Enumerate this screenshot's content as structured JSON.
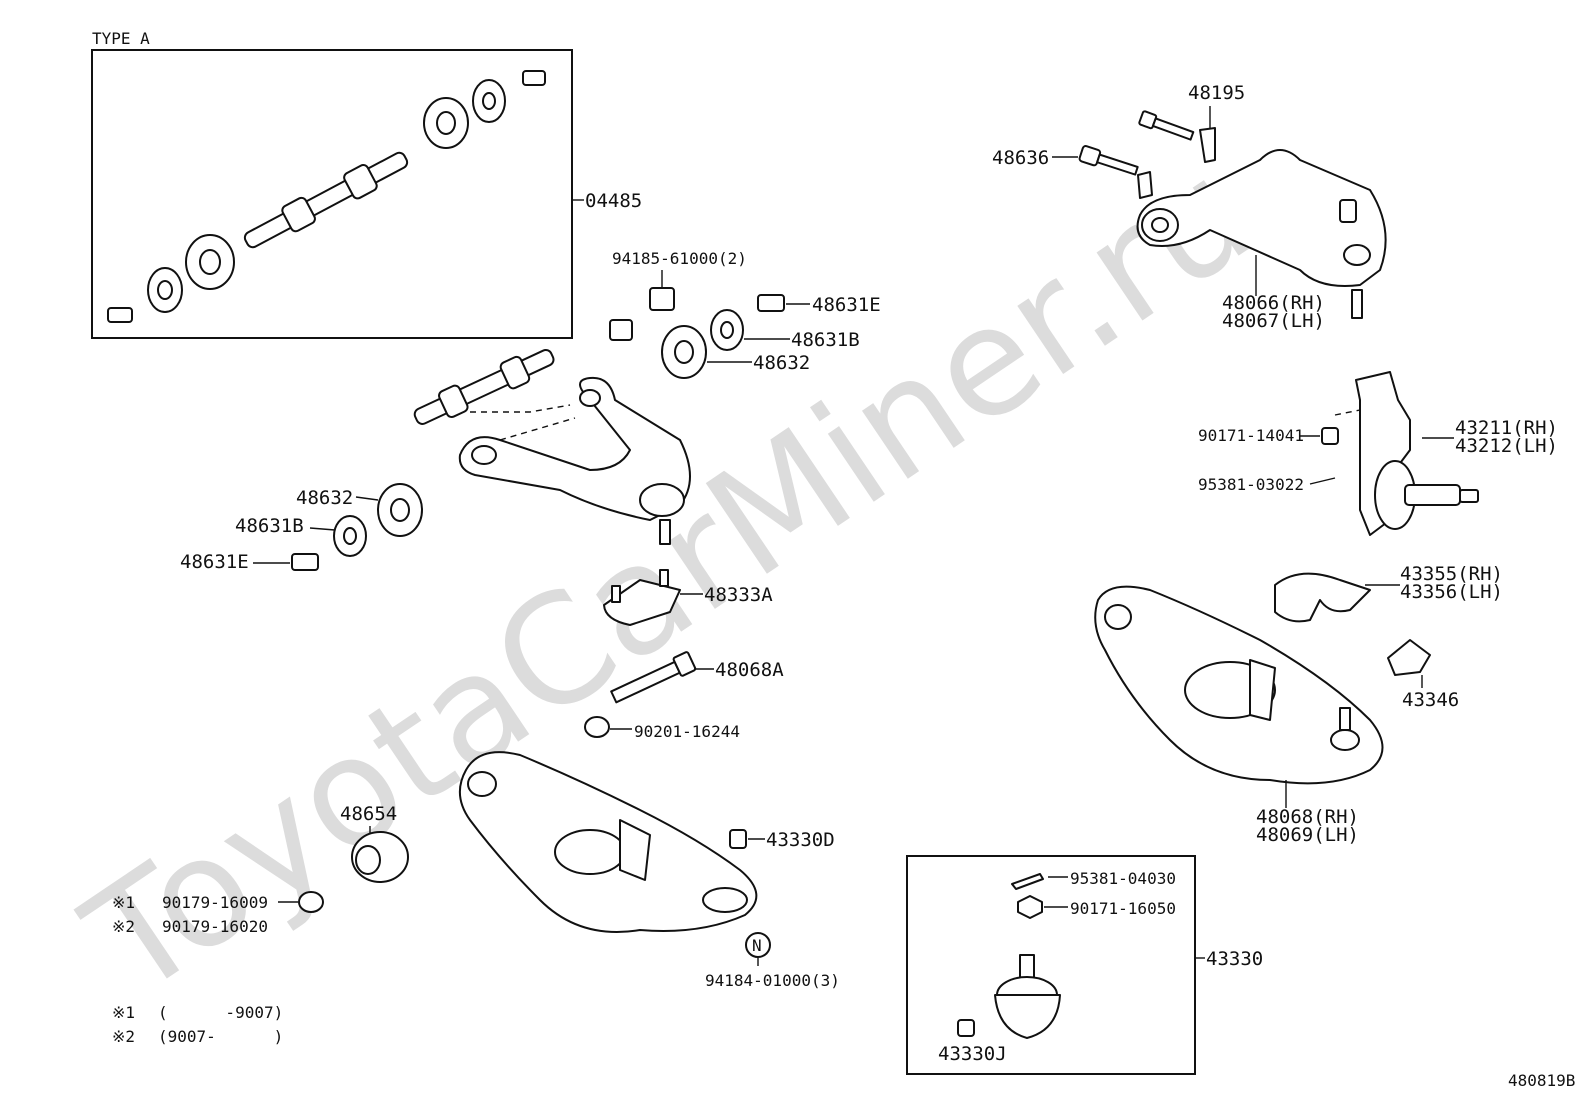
{
  "watermark": "ToyotaCarMiner.ru",
  "figure_code": "480819B",
  "type_a": {
    "label": "TYPE A",
    "kit_number": "04485"
  },
  "labels": {
    "p94185": "94185-61000(2)",
    "p48631E_top": "48631E",
    "p48631B_top": "48631B",
    "p48632_top": "48632",
    "p48632_left": "48632",
    "p48631B_left": "48631B",
    "p48631E_left": "48631E",
    "p48333A": "48333A",
    "p48068A": "48068A",
    "p90201": "90201-16244",
    "p48654": "48654",
    "p43330D": "43330D",
    "p94184": "94184-01000(3)",
    "p48195": "48195",
    "p48636": "48636",
    "p48066": "48066(RH)",
    "p48067": "48067(LH)",
    "p90171_14041": "90171-14041",
    "p43211": "43211(RH)",
    "p43212": "43212(LH)",
    "p95381_03022": "95381-03022",
    "p43355": "43355(RH)",
    "p43356": "43356(LH)",
    "p43346": "43346",
    "p48068": "48068(RH)",
    "p48069": "48069(LH)",
    "p43330": "43330",
    "p95381_04030": "95381-04030",
    "p90171_16050": "90171-16050",
    "p43330J": "43330J",
    "n_marker": "N"
  },
  "footnotes": {
    "n1_mark": "※1",
    "n1_part": "90179-16009",
    "n2_mark": "※2",
    "n2_part": "90179-16020",
    "r1_mark": "※1",
    "r1_range": "(      -9007)",
    "r2_mark": "※2",
    "r2_range": "(9007-      )"
  }
}
